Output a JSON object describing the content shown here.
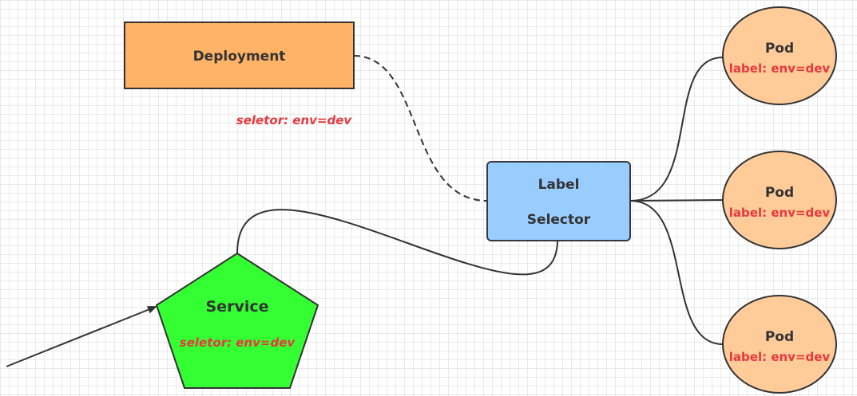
{
  "deployment": {
    "label": "Deployment",
    "fill": "#ffb366",
    "stroke": "#333333"
  },
  "deployment_selector": "seletor:  env=dev",
  "label_selector": {
    "line1": "Label",
    "line2": "Selector",
    "fill": "#99ccff",
    "stroke": "#36393d"
  },
  "service": {
    "label": "Service",
    "selector": "seletor:  env=dev",
    "fill": "#33ff33",
    "stroke": "#333333"
  },
  "pods": [
    {
      "title": "Pod",
      "label": "label: env=dev"
    },
    {
      "title": "Pod",
      "label": "label: env=dev"
    },
    {
      "title": "Pod",
      "label": "label: env=dev"
    }
  ],
  "pod_style": {
    "fill": "#ffcc99",
    "stroke": "#333333"
  },
  "colors": {
    "annotation": "#e8383d",
    "connector": "#333333"
  }
}
